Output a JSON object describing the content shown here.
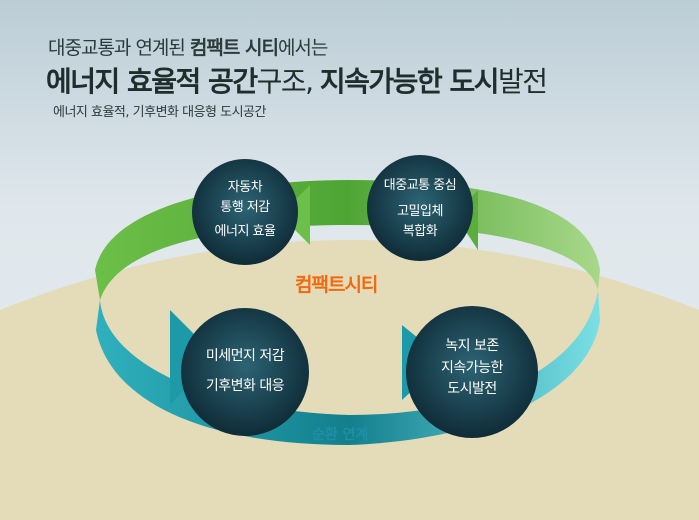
{
  "header": {
    "line1_pre": "대중교통과 연계된 ",
    "line1_bold": "컴팩트 시티",
    "line1_post": "에서는",
    "line2_bold1": "에너지 효율적 공간",
    "line2_normal1": "구조, ",
    "line2_bold2": "지속가능한 도시",
    "line2_normal2": "발전",
    "subtitle": "에너지 효율적, 기후변화 대응형 도시공간"
  },
  "diagram": {
    "center_label": "컴팩트시티",
    "cycle_label": "순환 연계",
    "nodes": [
      {
        "lines": [
          "자동차",
          "통행 저감",
          "에너지 효율"
        ]
      },
      {
        "lines": [
          "대중교통 중심",
          "고밀입체",
          "복합화"
        ]
      },
      {
        "lines": [
          "미세먼지 저감",
          "기후변화 대응"
        ]
      },
      {
        "lines": [
          "녹지 보존",
          "지속가능한",
          "도시발전"
        ]
      }
    ],
    "colors": {
      "top_band": "#5aae3c",
      "bottom_band": "#1d9aa8",
      "node": "#163a48",
      "center_label": "#f26a10"
    }
  }
}
